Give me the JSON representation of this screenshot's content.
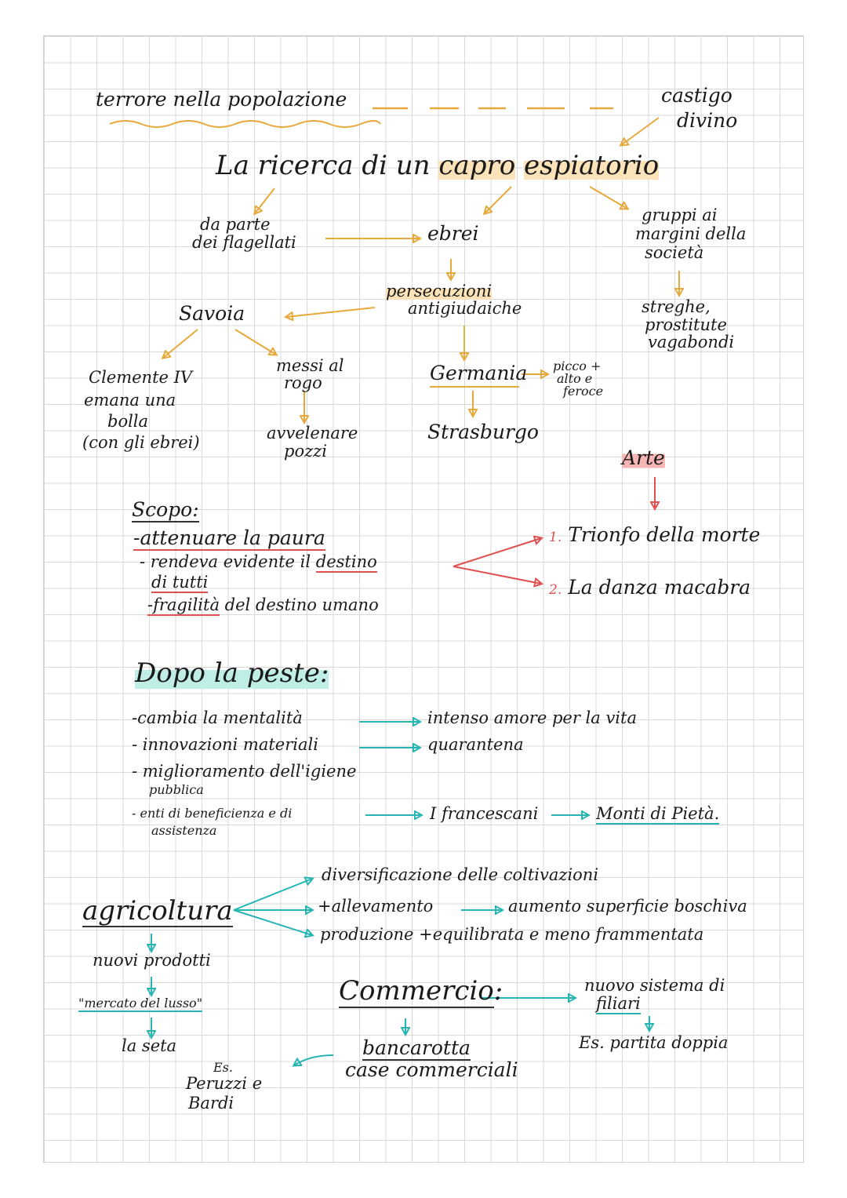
{
  "top": {
    "terrore": "terrore nella popolazione",
    "castigo_1": "castigo",
    "castigo_2": "divino",
    "ricerca_1": "La ricerca di un",
    "ricerca_2": "capro",
    "ricerca_3": "espiatorio"
  },
  "branches": {
    "flagellati_1": "da parte",
    "flagellati_2": "dei flagellati",
    "ebrei": "ebrei",
    "gruppi_1": "gruppi ai",
    "gruppi_2": "margini della",
    "gruppi_3": "società",
    "persecuzioni_1": "persecuzioni",
    "persecuzioni_2": "antigiudaiche",
    "savoia": "Savoia",
    "streghe_1": "streghe,",
    "streghe_2": "prostitute",
    "streghe_3": "vagabondi",
    "clemente_1": "Clemente IV",
    "clemente_2": "emana una",
    "clemente_3": "bolla",
    "clemente_4": "(con gli ebrei)",
    "messi_1": "messi al",
    "messi_2": "rogo",
    "avvelenare_1": "avvelenare",
    "avvelenare_2": "pozzi",
    "germania": "Germania",
    "picco_1": "picco +",
    "picco_2": "alto e",
    "picco_3": "feroce",
    "strasburgo": "Strasburgo"
  },
  "arte": {
    "title": "Arte",
    "item1_num": "1.",
    "item1": "Trionfo della morte",
    "item2_num": "2.",
    "item2": "La danza macabra"
  },
  "scopo": {
    "title": "Scopo:",
    "line1_a": "-attenuare la paura",
    "line2_a": "- rendeva evidente il",
    "line2_b": "destino",
    "line3": "di tutti",
    "line4_a": "-fragilità",
    "line4_b": "del destino umano"
  },
  "dopo": {
    "title": "Dopo la peste:",
    "l1": "-cambia la mentalità",
    "l1_r": "intenso amore per la vita",
    "l2": "- innovazioni materiali",
    "l2_r": "quarantena",
    "l3_a": "- miglioramento dell'igiene",
    "l3_b": "pubblica",
    "l4_a": "- enti di beneficienza e di",
    "l4_b": "assistenza",
    "l4_r1": "I francescani",
    "l4_r2": "Monti di Pietà."
  },
  "agricoltura": {
    "title": "agricoltura",
    "b1": "diversificazione delle coltivazioni",
    "b2": "+allevamento",
    "b2_r": "aumento superficie boschiva",
    "b3": "produzione +equilibrata e meno frammentata",
    "nuovi": "nuovi prodotti",
    "mercato": "\"mercato del lusso\"",
    "seta": "la seta"
  },
  "commercio": {
    "title": "Commercio",
    "colon": ":",
    "sistema_1": "nuovo sistema di",
    "sistema_2": "filiari",
    "partita": "Es. partita doppia",
    "bancarotta": "bancarotta",
    "case": "case commerciali",
    "es_1": "Es.",
    "es_2": "Peruzzi e",
    "es_3": "Bardi"
  },
  "colors": {
    "yellow": "#e7a93b",
    "red": "#e05050",
    "teal": "#27b5b3"
  }
}
